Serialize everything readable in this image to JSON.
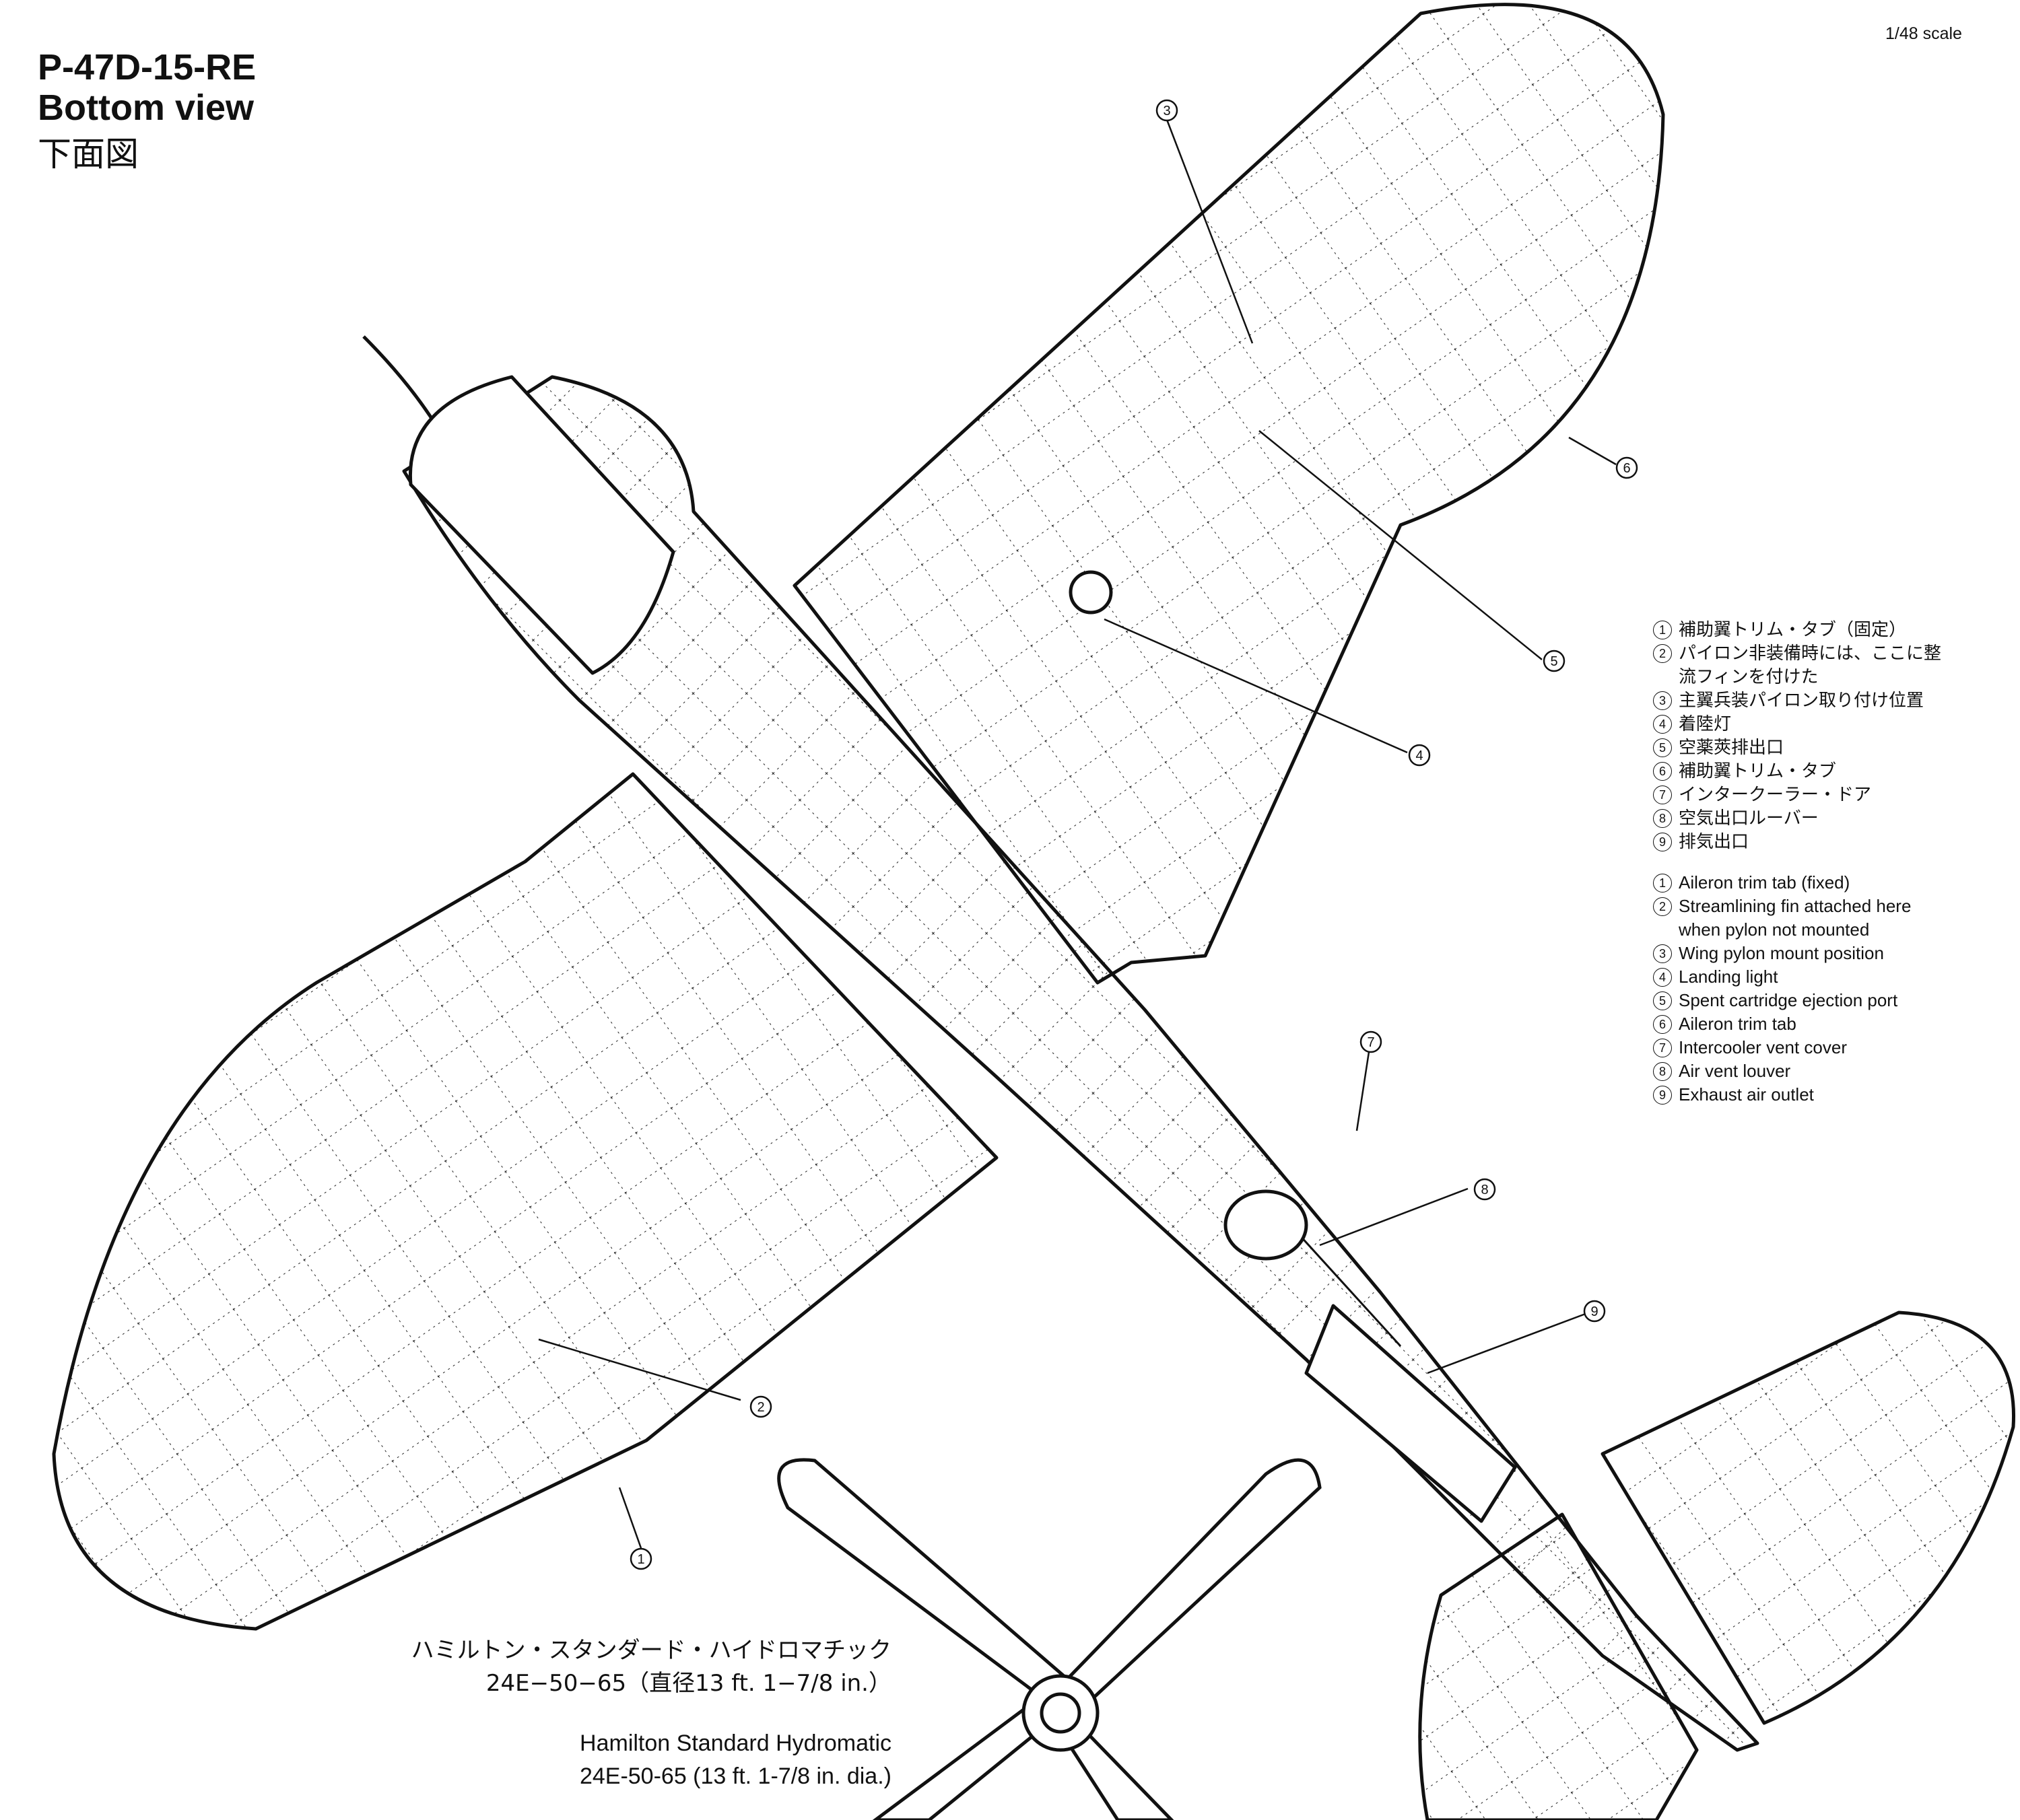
{
  "title": {
    "model": "P-47D-15-RE",
    "view": "Bottom view",
    "view_ja": "下面図"
  },
  "scale": "1/48 scale",
  "legend_ja": [
    {
      "num": "1",
      "lines": [
        "補助翼トリム・タブ（固定）"
      ]
    },
    {
      "num": "2",
      "lines": [
        "パイロン非装備時には、ここに整",
        "流フィンを付けた"
      ]
    },
    {
      "num": "3",
      "lines": [
        "主翼兵装パイロン取り付け位置"
      ]
    },
    {
      "num": "4",
      "lines": [
        "着陸灯"
      ]
    },
    {
      "num": "5",
      "lines": [
        "空薬莢排出口"
      ]
    },
    {
      "num": "6",
      "lines": [
        "補助翼トリム・タブ"
      ]
    },
    {
      "num": "7",
      "lines": [
        "インタークーラー・ドア"
      ]
    },
    {
      "num": "8",
      "lines": [
        "空気出口ルーバー"
      ]
    },
    {
      "num": "9",
      "lines": [
        "排気出口"
      ]
    }
  ],
  "legend_en": [
    {
      "num": "1",
      "lines": [
        "Aileron trim tab (fixed)"
      ]
    },
    {
      "num": "2",
      "lines": [
        "Streamlining fin attached here",
        "when pylon not mounted"
      ]
    },
    {
      "num": "3",
      "lines": [
        "Wing pylon mount position"
      ]
    },
    {
      "num": "4",
      "lines": [
        "Landing light"
      ]
    },
    {
      "num": "5",
      "lines": [
        "Spent cartridge ejection port"
      ]
    },
    {
      "num": "6",
      "lines": [
        "Aileron trim tab"
      ]
    },
    {
      "num": "7",
      "lines": [
        "Intercooler vent cover"
      ]
    },
    {
      "num": "8",
      "lines": [
        "Air vent louver"
      ]
    },
    {
      "num": "9",
      "lines": [
        "Exhaust air outlet"
      ]
    }
  ],
  "propeller": {
    "name_ja": "ハミルトン・スタンダード・ハイドロマチック",
    "model_ja": "24E−50−65（直径13 ft. 1−7/8 in.）",
    "name_en": "Hamilton Standard Hydromatic",
    "model_en": "24E-50-65 (13 ft. 1-7/8 in. dia.)"
  },
  "callouts": [
    "1",
    "2",
    "3",
    "4",
    "5",
    "6",
    "7",
    "8",
    "9"
  ]
}
